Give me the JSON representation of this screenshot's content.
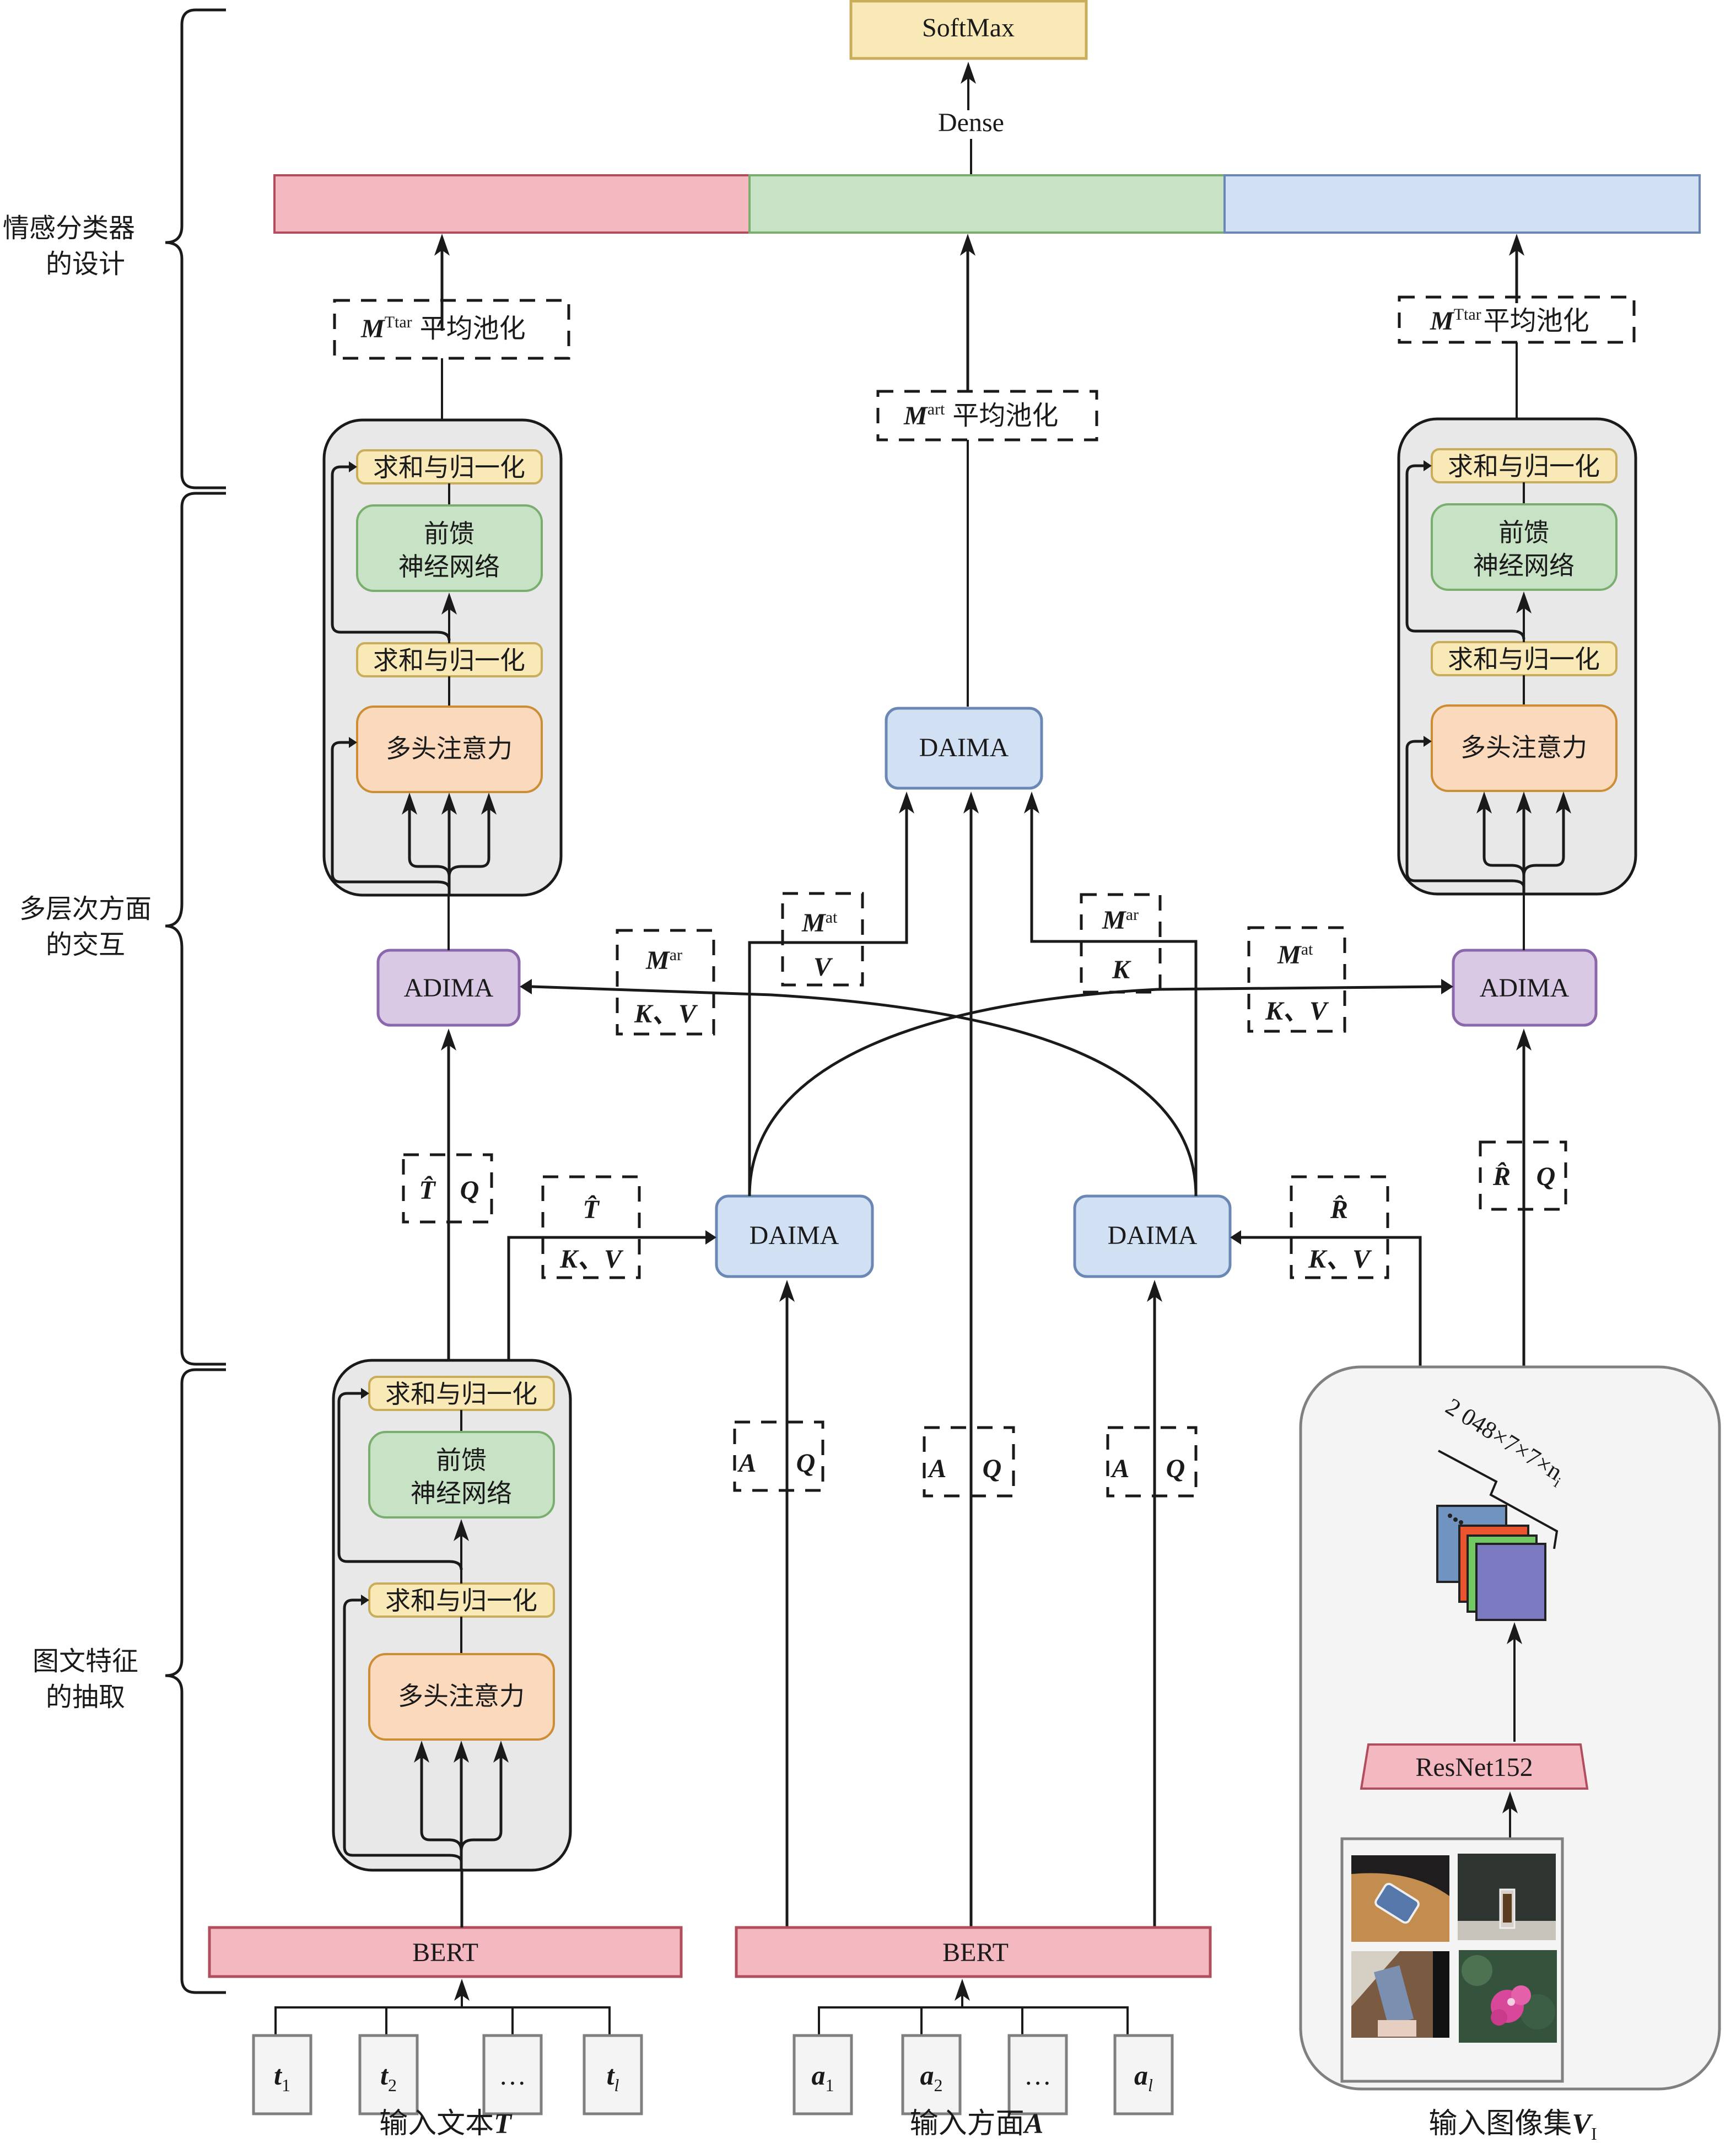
{
  "sections": [
    {
      "id": "classifier",
      "label_line1": "情感分类器",
      "label_line2": "的设计"
    },
    {
      "id": "interaction",
      "label_line1": "多层次方面",
      "label_line2": "的交互"
    },
    {
      "id": "extraction",
      "label_line1": "图文特征",
      "label_line2": "的抽取"
    }
  ],
  "top": {
    "softmax": "SoftMax",
    "dense": "Dense",
    "concat_colors": {
      "text": "#f4b8c1",
      "aspect": "#c8e2c6",
      "image": "#d2e0f3"
    }
  },
  "pooling": {
    "left": {
      "symbol": "M",
      "sup": "Ttar",
      "text": "平均池化"
    },
    "center": {
      "symbol": "M",
      "sup": "art",
      "text": "平均池化"
    },
    "right": {
      "symbol": "M",
      "sup": "Ttar",
      "text": "平均池化"
    }
  },
  "transformer": {
    "add_norm": "求和与归一化",
    "ffn_line1": "前馈",
    "ffn_line2": "神经网络",
    "mha": "多头注意力"
  },
  "modules": {
    "adima": "ADIMA",
    "daima": "DAIMA",
    "bert": "BERT",
    "resnet": "ResNet152"
  },
  "labels": {
    "m_ar_kv": {
      "symbol": "M",
      "sup": "ar",
      "bottom": "K、V"
    },
    "m_at_v": {
      "symbol": "M",
      "sup": "at",
      "bottom": "V"
    },
    "m_ar_k": {
      "symbol": "M",
      "sup": "ar",
      "bottom": "K"
    },
    "m_at_kv": {
      "symbol": "M",
      "sup": "at",
      "bottom": "K、V"
    },
    "t_hat_q": {
      "left": "T̂",
      "right": "Q"
    },
    "t_hat_kv": {
      "top": "T̂",
      "bottom": "K、V"
    },
    "r_hat_kv": {
      "top": "R̂",
      "bottom": "K、V"
    },
    "r_hat_q": {
      "left": "R̂",
      "right": "Q"
    },
    "a_vec_q": {
      "left": "A⃗",
      "right": "Q"
    }
  },
  "feature_map_dim": "2 048×7×7×n",
  "feature_map_dim_sub": "i",
  "inputs": {
    "text": {
      "tokens": [
        {
          "base": "t",
          "sub": "1"
        },
        {
          "base": "t",
          "sub": "2"
        },
        {
          "base": "…",
          "sub": ""
        },
        {
          "base": "t",
          "sub": "l"
        }
      ],
      "caption": "输入文本",
      "caption_var": "T"
    },
    "aspect": {
      "tokens": [
        {
          "base": "a",
          "sub": "1"
        },
        {
          "base": "a",
          "sub": "2"
        },
        {
          "base": "…",
          "sub": ""
        },
        {
          "base": "a",
          "sub": "l"
        }
      ],
      "caption": "输入方面",
      "caption_var": "A"
    },
    "image": {
      "caption": "输入图像集",
      "caption_var": "V",
      "caption_sub": "I",
      "thumbnails": [
        "phone-on-table",
        "phone-on-stand",
        "hand-holding-phone",
        "pink-flowers"
      ]
    }
  }
}
